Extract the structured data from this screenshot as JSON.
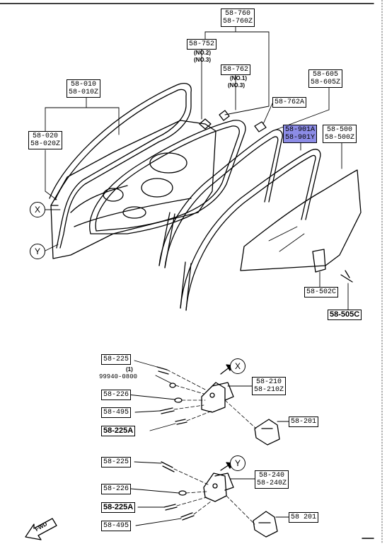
{
  "labels": {
    "l58760": [
      "58-760",
      "58-760Z"
    ],
    "l58752": [
      "58-752"
    ],
    "no2a": "(NO.2)",
    "no3a": "(NO.3)",
    "l58762": [
      "58-762"
    ],
    "no1b": "(NO.1)",
    "no3b": "(NO.3)",
    "l58010": [
      "58-010",
      "58-010Z"
    ],
    "l58605": [
      "58-605",
      "58-605Z"
    ],
    "l58762A": [
      "58-762A"
    ],
    "l58901A": [
      "58-901A",
      "58-901Y"
    ],
    "l58500": [
      "58-500",
      "58-500Z"
    ],
    "l58020": [
      "58-020",
      "58-020Z"
    ],
    "l58502C": [
      "58-502C"
    ],
    "l58505C": [
      "58-505C"
    ],
    "l58225a": [
      "58-225"
    ],
    "qty1": "(1)",
    "p99940": "99940-0800",
    "l58226a": [
      "58-226"
    ],
    "l58210": [
      "58-210",
      "58-210Z"
    ],
    "l58495a": [
      "58-495"
    ],
    "l58225Aa": [
      "58-225A"
    ],
    "l58201a": [
      "58-201"
    ],
    "l58225b": [
      "58-225"
    ],
    "l58240": [
      "58-240",
      "58-240Z"
    ],
    "l58226b": [
      "58-226"
    ],
    "l58225Ab": [
      "58-225A"
    ],
    "l58201b": [
      "58 201"
    ],
    "l58495b": [
      "58-495"
    ],
    "x1": "X",
    "y1": "Y",
    "x2": "X",
    "y2": "Y",
    "fwd": "FWD"
  }
}
